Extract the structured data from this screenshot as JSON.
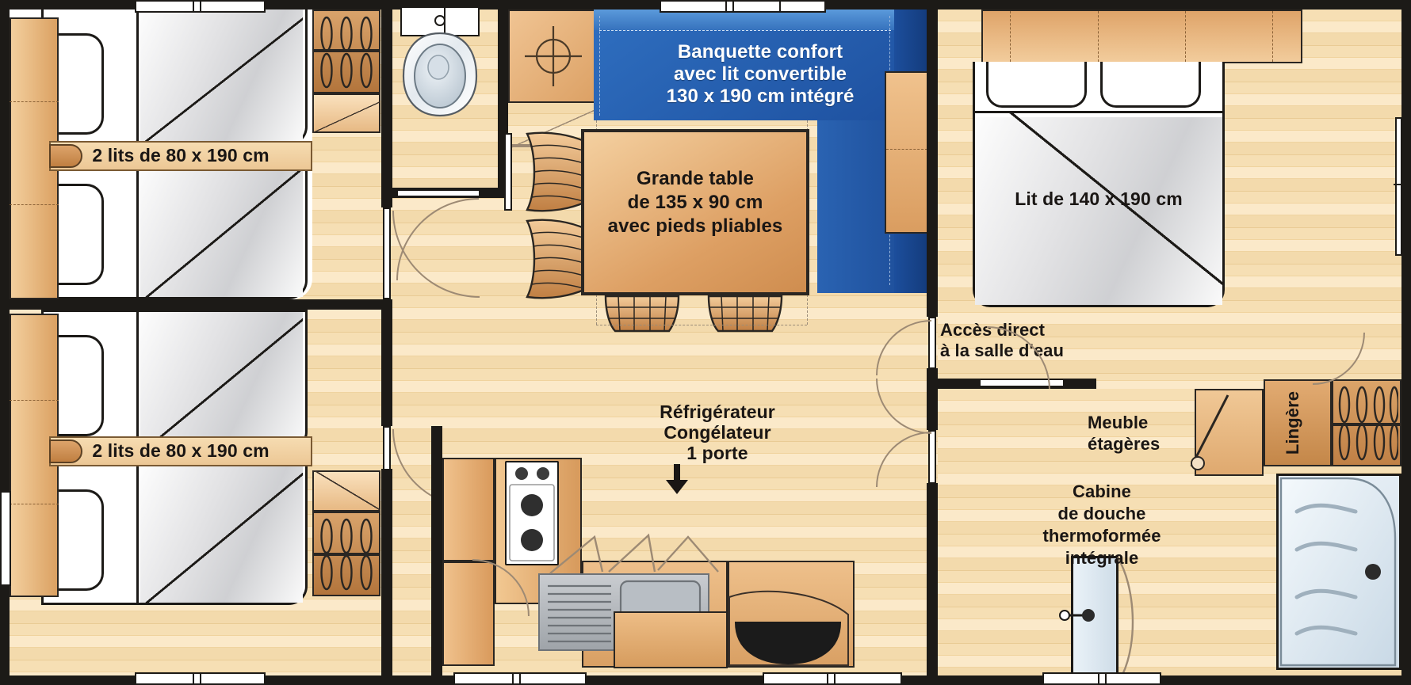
{
  "plan": {
    "type": "mobile-home-floor-plan",
    "unit": "cm",
    "accent_blue": "#2f6fc0",
    "wood_light": "#f6dfb4",
    "wood_mid": "#e7b984",
    "wood_dark": "#b3753c",
    "wall_color": "#1c1a17"
  },
  "labels": {
    "bedroom_top": "2 lits de 80 x 190 cm",
    "bedroom_bottom": "2 lits de 80 x 190 cm",
    "banquette_line1": "Banquette confort",
    "banquette_line2": "avec lit convertible",
    "banquette_line3": "130 x 190 cm intégré",
    "table_line1": "Grande table",
    "table_line2": "de 135 x 90 cm",
    "table_line3": "avec pieds pliables",
    "master_bed": "Lit de 140 x 190 cm",
    "acces_line1": "Accès direct",
    "acces_line2": "à la salle d'eau",
    "meuble_line1": "Meuble",
    "meuble_line2": "étagères",
    "lingere": "Lingère",
    "fridge_line1": "Réfrigérateur",
    "fridge_line2": "Congélateur",
    "fridge_line3": "1 porte",
    "shower_line1": "Cabine",
    "shower_line2": "de douche",
    "shower_line3": "thermoformée",
    "shower_line4": "intégrale"
  },
  "rooms": [
    {
      "name": "bedroom-twin-upper",
      "beds": 2,
      "bed_size": "80 x 190 cm"
    },
    {
      "name": "bedroom-twin-lower",
      "beds": 2,
      "bed_size": "80 x 190 cm"
    },
    {
      "name": "wc",
      "fixtures": [
        "toilet"
      ]
    },
    {
      "name": "living-dining",
      "fixtures": [
        "banquette",
        "table",
        "2 stools"
      ]
    },
    {
      "name": "kitchen",
      "fixtures": [
        "hob",
        "sink",
        "fridge"
      ]
    },
    {
      "name": "master-bedroom",
      "bed_size": "140 x 190 cm"
    },
    {
      "name": "salle-d-eau",
      "fixtures": [
        "shower cabin",
        "shelves",
        "linen cupboard"
      ]
    }
  ],
  "icons": {
    "hanger": "hanger-icon",
    "toilet": "toilet-icon",
    "hob": "cooktop-icon",
    "sink": "sink-icon",
    "shower": "shower-tray-icon",
    "arrow": "down-arrow-icon",
    "ceiling_light": "ceiling-light-icon",
    "door_handle": "door-handle-icon"
  }
}
